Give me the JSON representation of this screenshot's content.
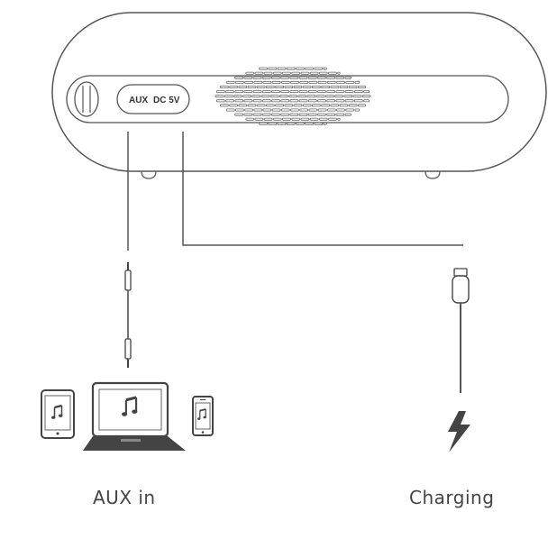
{
  "speaker": {
    "aux_port_label": "AUX",
    "dc_port_label": "DC 5V"
  },
  "captions": {
    "aux_in": "AUX in",
    "charging": "Charging"
  },
  "icons": {
    "tablet": "tablet-music-icon",
    "laptop": "laptop-music-icon",
    "phone": "phone-music-icon",
    "lightning": "lightning-bolt-icon",
    "audio_plug": "audio-jack-plug-icon",
    "usb_plug": "usb-plug-icon"
  },
  "colors": {
    "line": "#555555",
    "dark": "#444444",
    "mid": "#666666"
  }
}
